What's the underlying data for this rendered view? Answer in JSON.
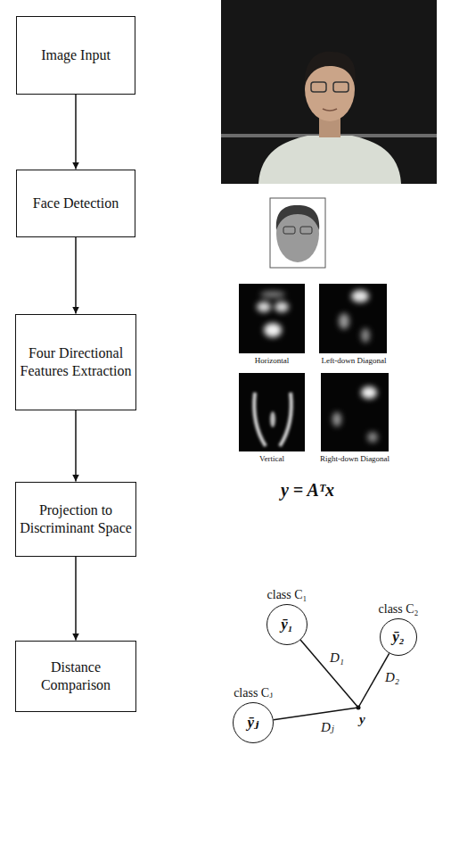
{
  "diagram": {
    "nodes": [
      {
        "text": [
          "Image Input"
        ]
      },
      {
        "text": [
          "Face Detection"
        ]
      },
      {
        "text": [
          "Four Directional Features Extraction"
        ]
      },
      {
        "text": [
          "Projection to Discriminant Space"
        ]
      },
      {
        "text": [
          "Distance Comparison"
        ]
      },
      {
        "text": [
          "class C₁",
          "ȳ₁"
        ]
      },
      {
        "text": [
          "class C₂",
          "ȳ₂"
        ]
      },
      {
        "text": [
          "class Cⱼ",
          "ȳⱼ"
        ]
      }
    ],
    "edges": [
      {
        "from": 0,
        "to": 1,
        "arrow": "to"
      },
      {
        "from": 1,
        "to": 2,
        "arrow": "to"
      },
      {
        "from": 2,
        "to": 3,
        "arrow": "to"
      },
      {
        "from": 3,
        "to": 4,
        "arrow": "to"
      }
    ],
    "labels": [
      "Horizontal",
      "Left-down Diagonal",
      "Vertical",
      "Right-down Diagonal",
      "y = Aᵀx",
      "D₁",
      "D₂",
      "Dⱼ",
      "y"
    ]
  }
}
